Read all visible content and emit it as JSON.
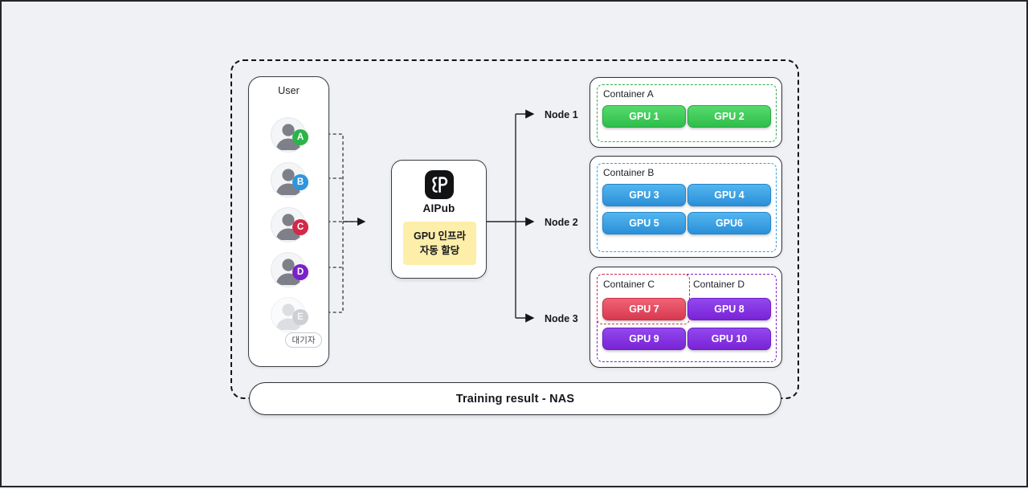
{
  "diagram": {
    "title_bottom": "Training result - NAS"
  },
  "user_panel": {
    "title": "User",
    "users": [
      {
        "badge": "A",
        "color": "#2cb34a",
        "waiting": false
      },
      {
        "badge": "B",
        "color": "#2f96dd",
        "waiting": false
      },
      {
        "badge": "C",
        "color": "#d2284a",
        "waiting": false
      },
      {
        "badge": "D",
        "color": "#7b21c9",
        "waiting": false
      },
      {
        "badge": "E",
        "color": "#cdcfd3",
        "waiting": true
      }
    ],
    "waiting_label": "대기자"
  },
  "aipub": {
    "name": "AIPub",
    "logo_icon": "aipub-logo-icon",
    "chip_line1": "GPU 인프라",
    "chip_line2": "자동 할당",
    "chip_color": "#fdeeaa"
  },
  "nodes": [
    {
      "label": "Node 1"
    },
    {
      "label": "Node 2"
    },
    {
      "label": "Node 3"
    }
  ],
  "containers": [
    {
      "name": "Container A",
      "border_color": "#35a84f",
      "gpus": [
        {
          "label": "GPU 1",
          "style": "g-green"
        },
        {
          "label": "GPU 2",
          "style": "g-green"
        }
      ]
    },
    {
      "name": "Container B",
      "border_color": "#3b9ee0",
      "gpus": [
        {
          "label": "GPU 3",
          "style": "g-blue"
        },
        {
          "label": "GPU 4",
          "style": "g-blue"
        },
        {
          "label": "GPU 5",
          "style": "g-blue"
        },
        {
          "label": "GPU6",
          "style": "g-blue"
        }
      ]
    },
    {
      "name": "Container C",
      "border_color": "#d2284a",
      "gpus": [
        {
          "label": "GPU 7",
          "style": "g-red"
        }
      ]
    },
    {
      "name": "Container D",
      "border_color": "#7b21c9",
      "gpus": [
        {
          "label": "GPU 8",
          "style": "g-purple"
        },
        {
          "label": "GPU 9",
          "style": "g-purple"
        },
        {
          "label": "GPU 10",
          "style": "g-purple"
        }
      ]
    }
  ]
}
